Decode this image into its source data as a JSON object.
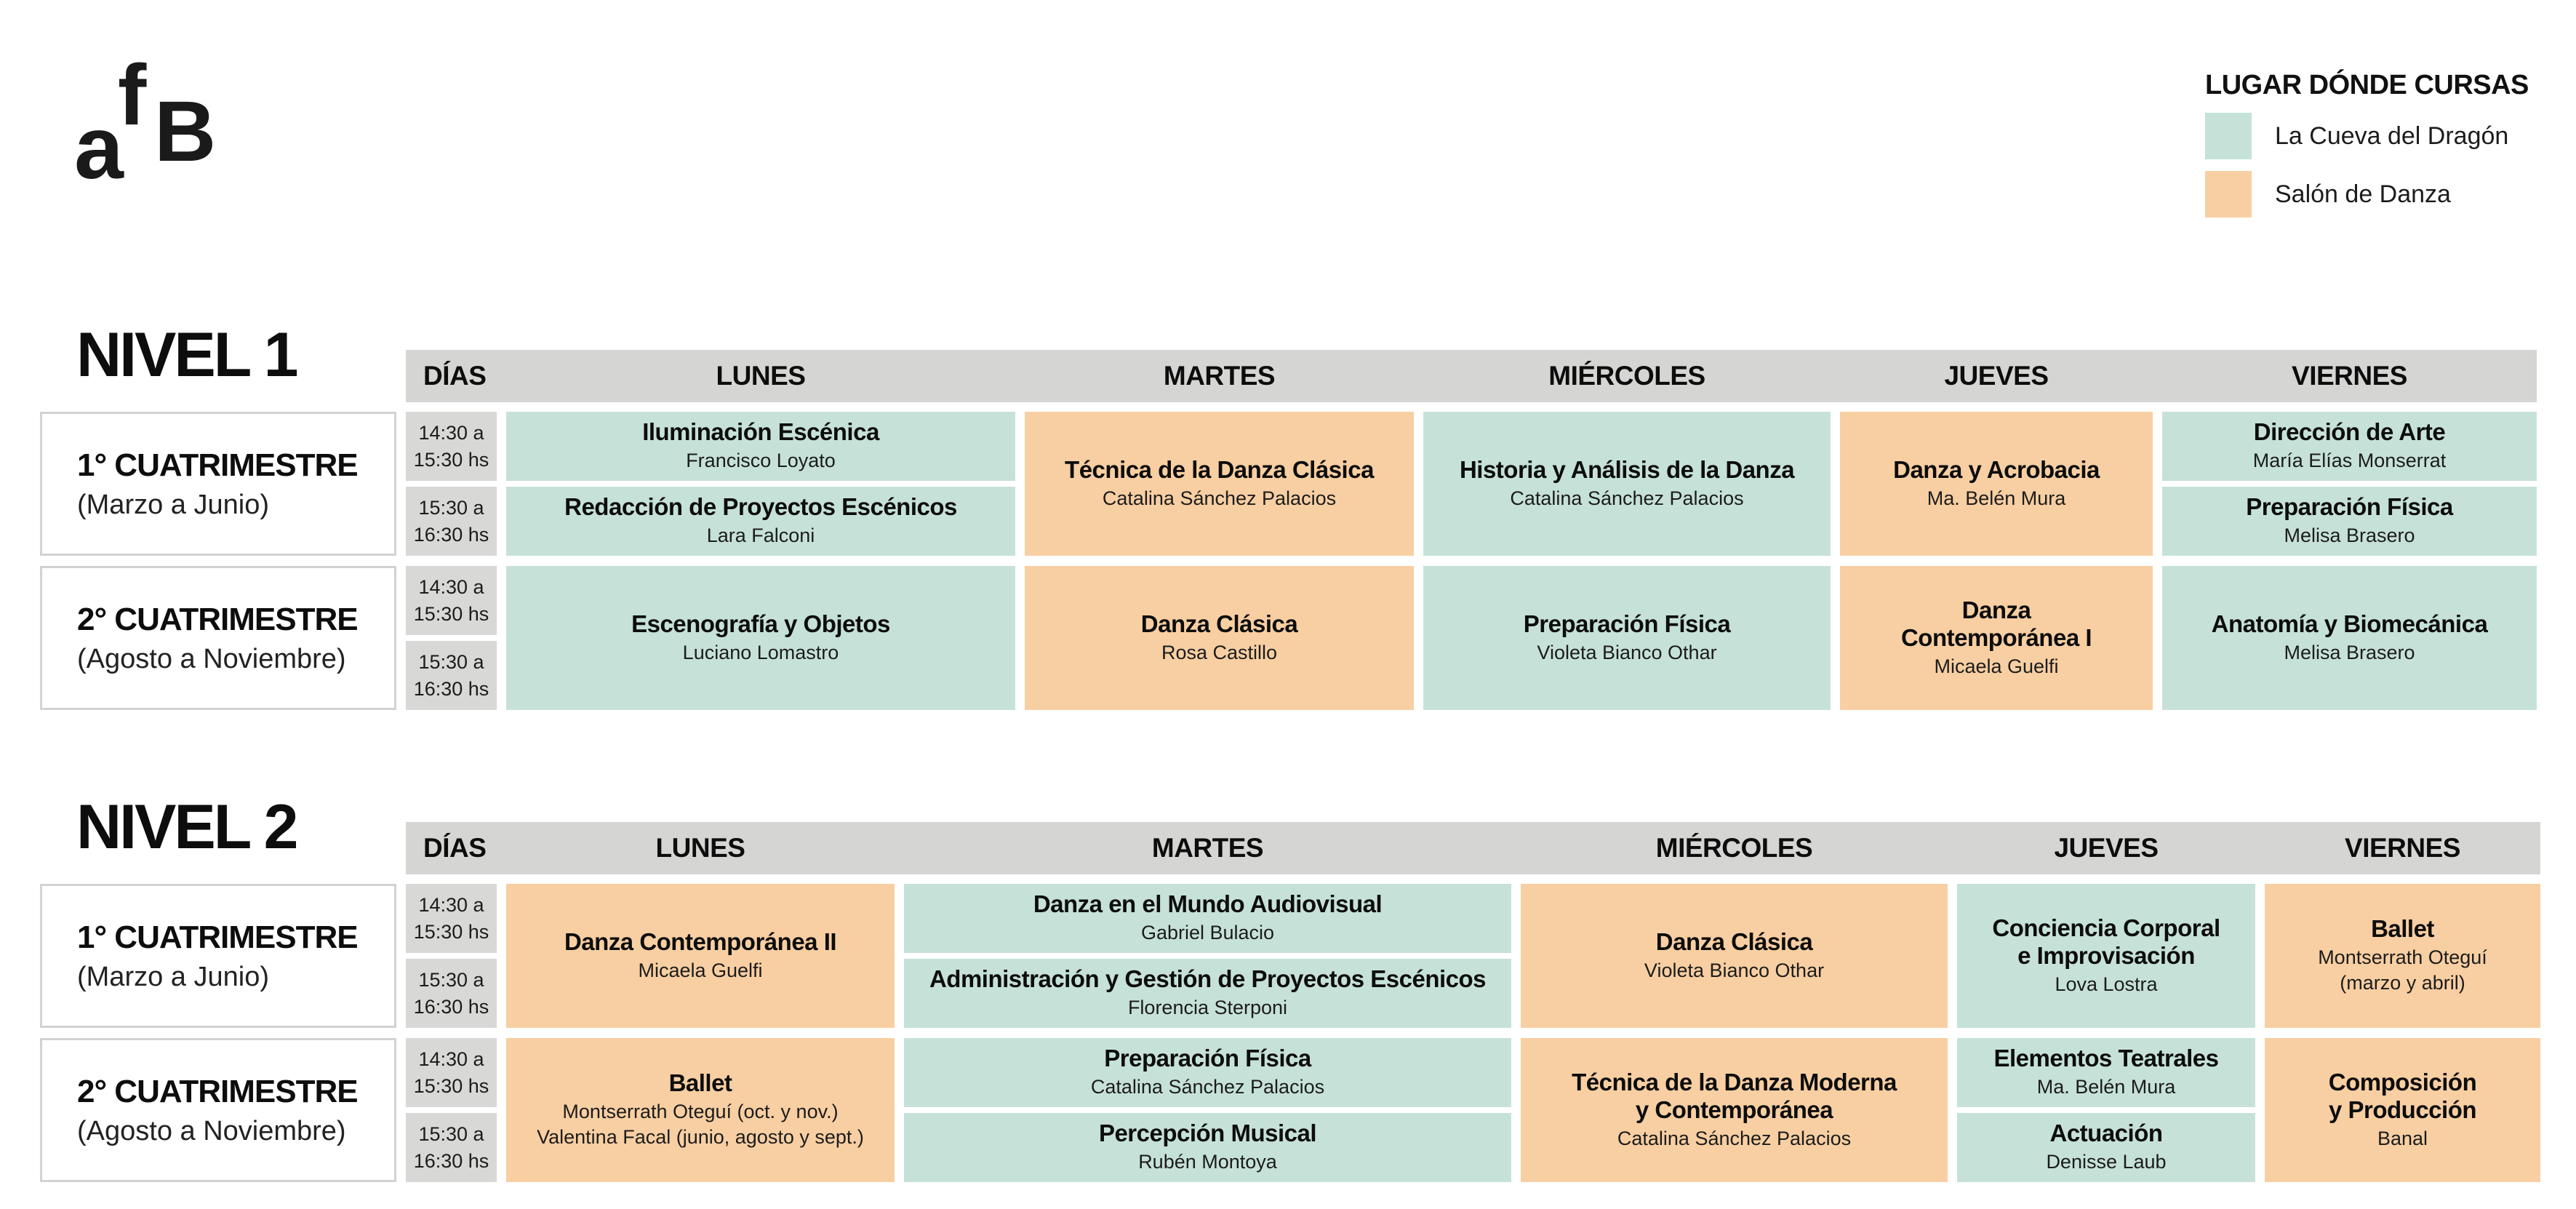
{
  "logo": {
    "letters": [
      "f",
      "a",
      "B"
    ]
  },
  "legend": {
    "title": "LUGAR DÓNDE CURSAS",
    "items": [
      {
        "label": "La Cueva del Dragón",
        "color": "#c6e2d8"
      },
      {
        "label": "Salón de Danza",
        "color": "#f8cfa2"
      }
    ]
  },
  "schedule": {
    "day_headers": [
      "DÍAS",
      "LUNES",
      "MARTES",
      "MIÉRCOLES",
      "JUEVES",
      "VIERNES"
    ],
    "time_slots": [
      "14:30 a\n15:30 hs",
      "15:30 a\n16:30 hs"
    ],
    "levels": [
      {
        "name": "NIVEL 1",
        "terms": [
          {
            "label": "1° CUATRIMESTRE",
            "dates": "(Marzo a Junio)",
            "cells": {
              "lunes_1": {
                "title": "Iluminación Escénica",
                "teacher": "Francisco Loyato",
                "location": "La Cueva del Dragón"
              },
              "lunes_2": {
                "title": "Redacción de Proyectos Escénicos",
                "teacher": "Lara Falconi",
                "location": "La Cueva del Dragón"
              },
              "martes": {
                "title": "Técnica de la Danza Clásica",
                "teacher": "Catalina Sánchez Palacios",
                "location": "Salón de Danza"
              },
              "miercoles": {
                "title": "Historia y Análisis de la Danza",
                "teacher": "Catalina Sánchez Palacios",
                "location": "La Cueva del Dragón"
              },
              "jueves": {
                "title": "Danza y Acrobacia",
                "teacher": "Ma. Belén Mura",
                "location": "Salón de Danza"
              },
              "viernes_1": {
                "title": "Dirección de Arte",
                "teacher": "María Elías Monserrat",
                "location": "La Cueva del Dragón"
              },
              "viernes_2": {
                "title": "Preparación Física",
                "teacher": "Melisa Brasero",
                "location": "La Cueva del Dragón"
              }
            }
          },
          {
            "label": "2° CUATRIMESTRE",
            "dates": "(Agosto a Noviembre)",
            "cells": {
              "lunes": {
                "title": "Escenografía y Objetos",
                "teacher": "Luciano Lomastro",
                "location": "La Cueva del Dragón"
              },
              "martes": {
                "title": "Danza Clásica",
                "teacher": "Rosa Castillo",
                "location": "Salón de Danza"
              },
              "miercoles": {
                "title": "Preparación Física",
                "teacher": "Violeta Bianco Othar",
                "location": "La Cueva del Dragón"
              },
              "jueves": {
                "title": "Danza\nContemporánea I",
                "teacher": "Micaela Guelfi",
                "location": "Salón de Danza"
              },
              "viernes": {
                "title": "Anatomía y Biomecánica",
                "teacher": "Melisa Brasero",
                "location": "La Cueva del Dragón"
              }
            }
          }
        ]
      },
      {
        "name": "NIVEL 2",
        "terms": [
          {
            "label": "1° CUATRIMESTRE",
            "dates": "(Marzo a Junio)",
            "cells": {
              "lunes": {
                "title": "Danza Contemporánea II",
                "teacher": "Micaela Guelfi",
                "location": "Salón de Danza"
              },
              "martes_1": {
                "title": "Danza en el Mundo Audiovisual",
                "teacher": "Gabriel Bulacio",
                "location": "La Cueva del Dragón"
              },
              "martes_2": {
                "title": "Administración y Gestión de Proyectos Escénicos",
                "teacher": "Florencia Sterponi",
                "location": "La Cueva del Dragón"
              },
              "miercoles": {
                "title": "Danza Clásica",
                "teacher": "Violeta Bianco Othar",
                "location": "Salón de Danza"
              },
              "jueves": {
                "title": "Conciencia Corporal\ne Improvisación",
                "teacher": "Lova Lostra",
                "location": "La Cueva del Dragón"
              },
              "viernes": {
                "title": "Ballet",
                "teacher": "Montserrath Oteguí\n(marzo y abril)",
                "location": "Salón de Danza"
              }
            }
          },
          {
            "label": "2° CUATRIMESTRE",
            "dates": "(Agosto a Noviembre)",
            "cells": {
              "lunes": {
                "title": "Ballet",
                "teacher": "Montserrath Oteguí (oct. y nov.)\nValentina Facal (junio, agosto y sept.)",
                "location": "Salón de Danza"
              },
              "martes_1": {
                "title": "Preparación Física",
                "teacher": "Catalina Sánchez Palacios",
                "location": "La Cueva del Dragón"
              },
              "martes_2": {
                "title": "Percepción Musical",
                "teacher": "Rubén Montoya",
                "location": "La Cueva del Dragón"
              },
              "miercoles": {
                "title": "Técnica de la Danza Moderna\ny Contemporánea",
                "teacher": "Catalina Sánchez Palacios",
                "location": "Salón de Danza"
              },
              "jueves_1": {
                "title": "Elementos Teatrales",
                "teacher": "Ma. Belén Mura",
                "location": "La Cueva del Dragón"
              },
              "jueves_2": {
                "title": "Actuación",
                "teacher": "Denisse Laub",
                "location": "La Cueva del Dragón"
              },
              "viernes": {
                "title": "Composición\ny Producción",
                "teacher": "Banal",
                "location": "Salón de Danza"
              }
            }
          }
        ]
      }
    ]
  }
}
